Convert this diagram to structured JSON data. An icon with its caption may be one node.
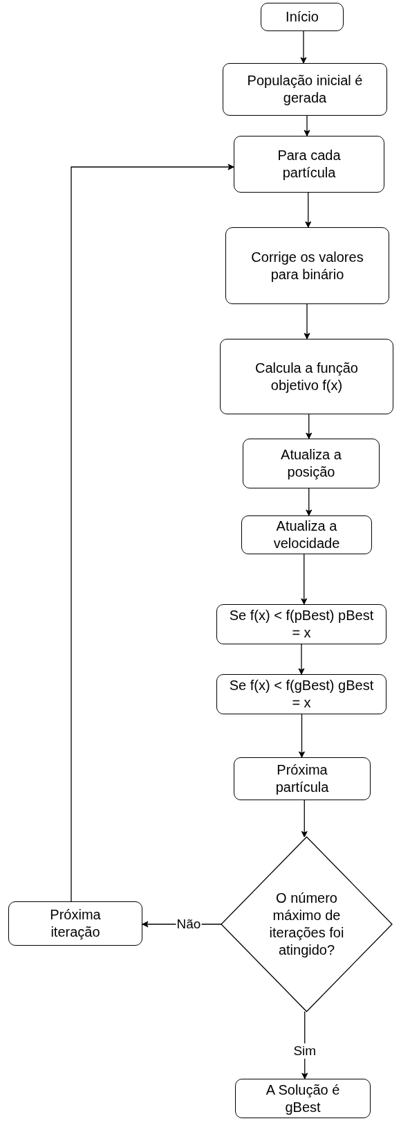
{
  "diagram": {
    "nodes": [
      {
        "text": [
          "Início"
        ]
      },
      {
        "text": [
          "População inicial é gerada"
        ]
      },
      {
        "text": [
          "Para cada partícula"
        ]
      },
      {
        "text": [
          "Corrige os valores para binário"
        ]
      },
      {
        "text": [
          "Calcula a função objetivo f(x)"
        ]
      },
      {
        "text": [
          "Atualiza a posição"
        ]
      },
      {
        "text": [
          "Atualiza a velocidade"
        ]
      },
      {
        "text": [
          "Se f(x) < f(pBest) pBest = x"
        ]
      },
      {
        "text": [
          "Se f(x) < f(gBest) gBest = x"
        ]
      },
      {
        "text": [
          "Próxima partícula"
        ]
      },
      {
        "text": [
          "O número máximo de iterações foi atingido?"
        ]
      },
      {
        "text": [
          "Próxima iteração"
        ]
      },
      {
        "text": [
          "A Solução é gBest"
        ]
      }
    ],
    "edges": [
      {
        "from": 0,
        "to": 1,
        "arrow": "to"
      },
      {
        "from": 1,
        "to": 2,
        "arrow": "to"
      },
      {
        "from": 2,
        "to": 3,
        "arrow": "to"
      },
      {
        "from": 3,
        "to": 4,
        "arrow": "to"
      },
      {
        "from": 4,
        "to": 5,
        "arrow": "to"
      },
      {
        "from": 5,
        "to": 6,
        "arrow": "to"
      },
      {
        "from": 6,
        "to": 7,
        "arrow": "to"
      },
      {
        "from": 7,
        "to": 8,
        "arrow": "to"
      },
      {
        "from": 8,
        "to": 9,
        "arrow": "to"
      },
      {
        "from": 9,
        "to": 10,
        "arrow": "to"
      },
      {
        "from": 10,
        "to": 11,
        "arrow": "to",
        "label": "Não"
      },
      {
        "from": 10,
        "to": 12,
        "arrow": "to",
        "label": "Sim"
      },
      {
        "from": 11,
        "to": 2,
        "arrow": "to"
      }
    ]
  }
}
